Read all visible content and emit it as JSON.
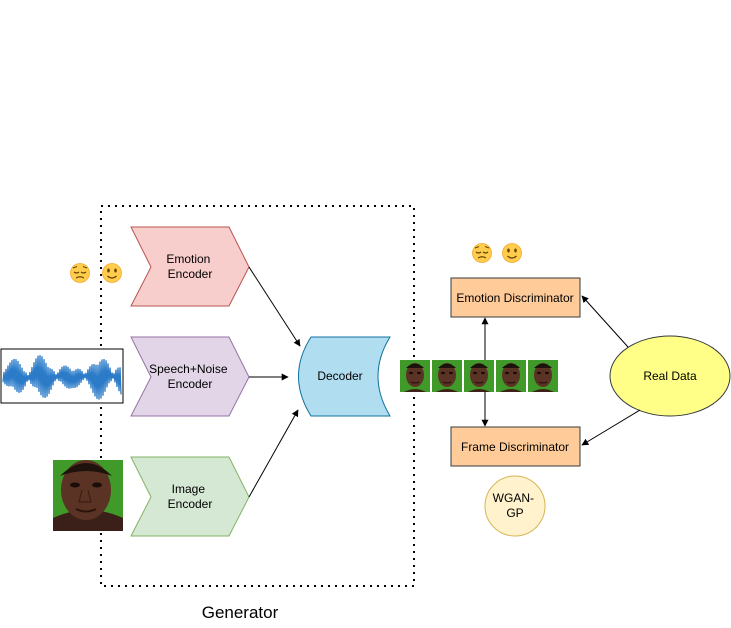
{
  "generator": {
    "label": "Generator",
    "emotion_encoder": [
      "Emotion",
      "Encoder"
    ],
    "speech_encoder": [
      "Speech+Noise",
      "Encoder"
    ],
    "image_encoder": [
      "Image",
      "Encoder"
    ],
    "decoder": "Decoder"
  },
  "discriminators": {
    "emotion": "Emotion Discriminator",
    "frame": "Frame Discriminator"
  },
  "real_data": "Real Data",
  "wgan": [
    "WGAN-",
    "GP"
  ],
  "colors": {
    "emotion_encoder_fill": "#f8cecc",
    "emotion_encoder_stroke": "#b85450",
    "speech_encoder_fill": "#e1d5e7",
    "speech_encoder_stroke": "#9673a6",
    "image_encoder_fill": "#d5e8d4",
    "image_encoder_stroke": "#82b366",
    "decoder_fill": "#b1ddf0",
    "decoder_stroke": "#10739e",
    "discriminator_fill": "#ffcc99",
    "discriminator_stroke": "#36393d",
    "real_data_fill": "#ffff88",
    "real_data_stroke": "#36393d",
    "wgan_fill": "#fff2cc",
    "wgan_stroke": "#d6b656",
    "waveform": "#2b7bc8",
    "face_background": "#3f9a2a"
  },
  "icons": [
    "sad-face-emoji-icon",
    "smiling-face-emoji-icon",
    "speech-waveform-icon",
    "face-photo-icon",
    "video-frames-strip-icon"
  ]
}
